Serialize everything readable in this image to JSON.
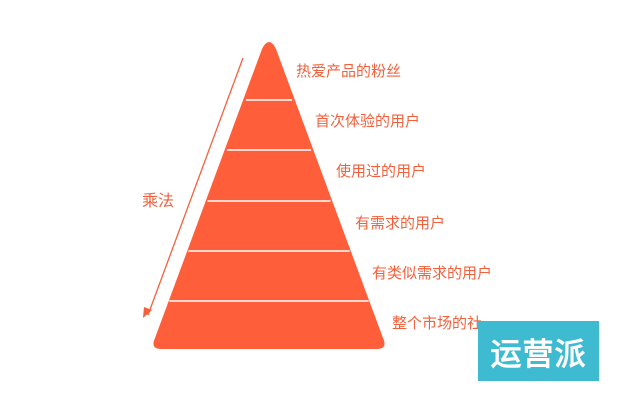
{
  "colors": {
    "pyramid": "#FF5E3A",
    "divider": "#FFFFFF",
    "label": "#F2613D",
    "watermark_bg": "#3EBBD0",
    "watermark_text": "#FFFFFF"
  },
  "diagram": {
    "arrow_label": "乘法",
    "layers": [
      {
        "label": "热爱产品的粉丝"
      },
      {
        "label": "首次体验的用户"
      },
      {
        "label": "使用过的用户"
      },
      {
        "label": "有需求的用户"
      },
      {
        "label": "有类似需求的用户"
      },
      {
        "label": "整个市场的社...."
      }
    ]
  },
  "watermark": {
    "text": "运营派"
  }
}
